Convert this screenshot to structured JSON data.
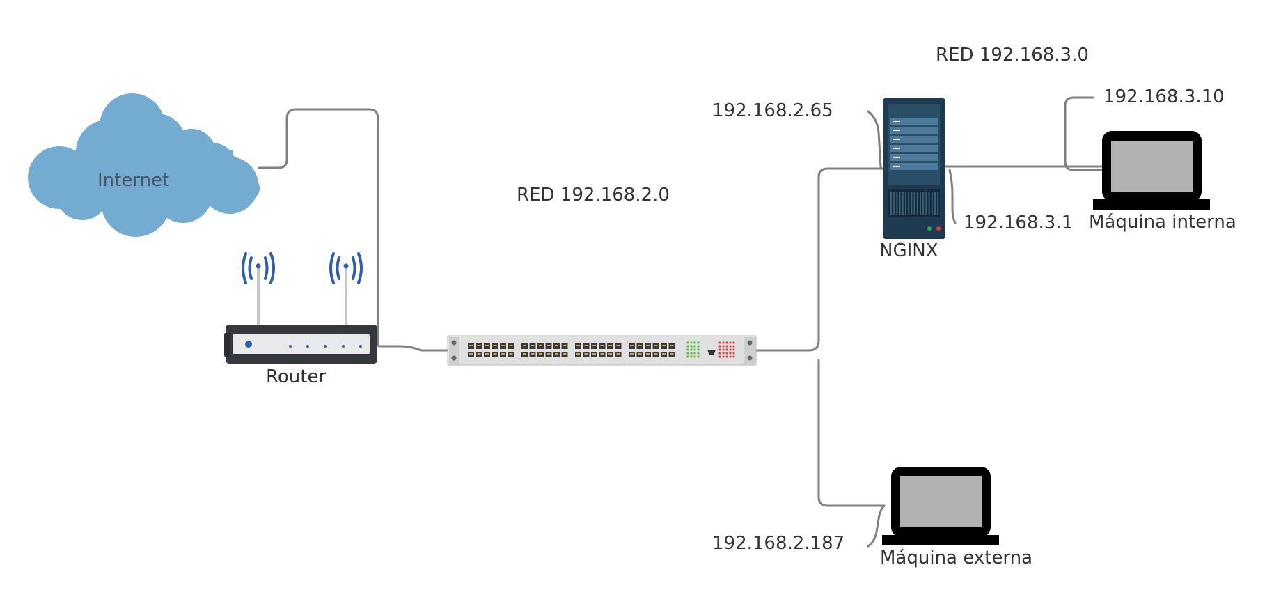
{
  "colors": {
    "background": "#ffffff",
    "cable": "#808080",
    "cloud": "#73acd0",
    "text": "#333333",
    "router_body": "#35393e",
    "router_face": "#e9eaec",
    "router_led": "#2c5fb3",
    "antenna_waves": "#2c5fb3",
    "server_body": "#1e3b51",
    "server_drive": "#4b7a9a",
    "laptop_frame": "#000000",
    "laptop_screen": "#b2b2b2",
    "switch_body": "#e0e0e0",
    "switch_green_leds": "#5cba3c",
    "switch_red_leds": "#e04646"
  },
  "nodes": {
    "internet": {
      "label": "Internet",
      "icon": "cloud-icon"
    },
    "router": {
      "label": "Router",
      "icon": "wifi-router-icon"
    },
    "switch": {
      "label": "",
      "icon": "network-switch-icon"
    },
    "nginx": {
      "label": "NGINX",
      "icon": "server-icon"
    },
    "internal_machine": {
      "label": "Máquina interna",
      "icon": "laptop-icon"
    },
    "external_machine": {
      "label": "Máquina externa",
      "icon": "laptop-icon"
    }
  },
  "networks": {
    "red_2": "RED 192.168.2.0",
    "red_3": "RED 192.168.3.0"
  },
  "addresses": {
    "nginx_eth_2": "192.168.2.65",
    "nginx_eth_3": "192.168.3.1",
    "internal_ip": "192.168.3.10",
    "external_ip": "192.168.2.187"
  }
}
